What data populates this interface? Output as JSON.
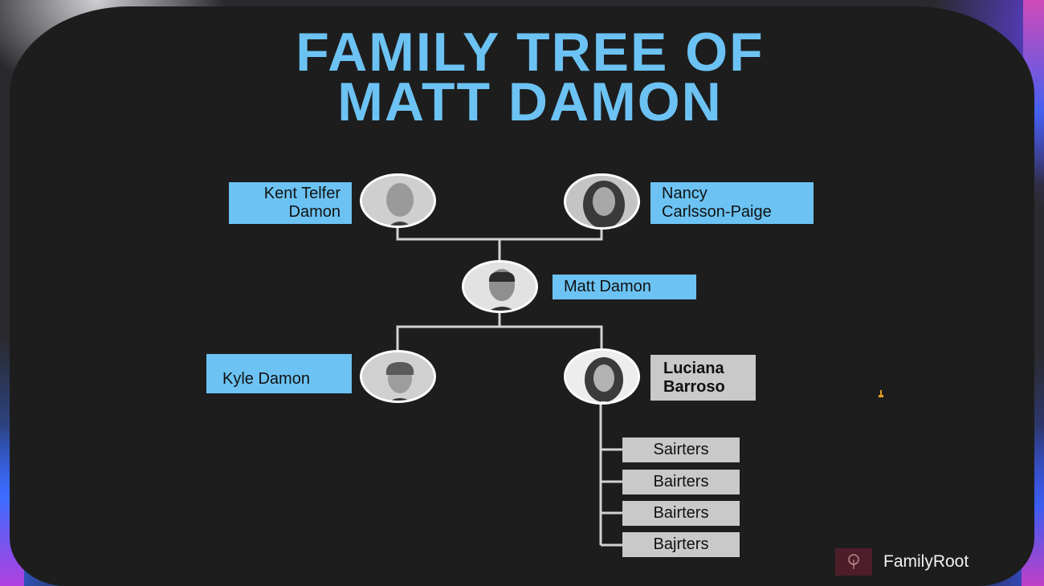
{
  "title": {
    "line1": "FAMILY TREE OF",
    "line2": "MATT DAMON"
  },
  "people": {
    "father": {
      "label": "Kent Telfer Damon",
      "line1": "Kent Telfer",
      "line2": "Damon"
    },
    "mother": {
      "label": "Nancy Carlsson-Paige",
      "line1": "Nancy",
      "line2": "Carlsson-Paige"
    },
    "self": {
      "label": "Matt Damon"
    },
    "son": {
      "label": "Kyle Damon"
    },
    "spouse": {
      "label": "Luciana Barroso",
      "line1": "Luciana",
      "line2": "Barroso"
    }
  },
  "children": [
    "Sairters",
    "Bairters",
    "Bairters",
    "Bajrters"
  ],
  "brand": {
    "name": "FamilyRoot",
    "logo_icon": "tree-icon"
  },
  "colors": {
    "accent": "#6cc3f3",
    "background": "#1d1d1e",
    "grey_box": "#c9c9c9"
  }
}
